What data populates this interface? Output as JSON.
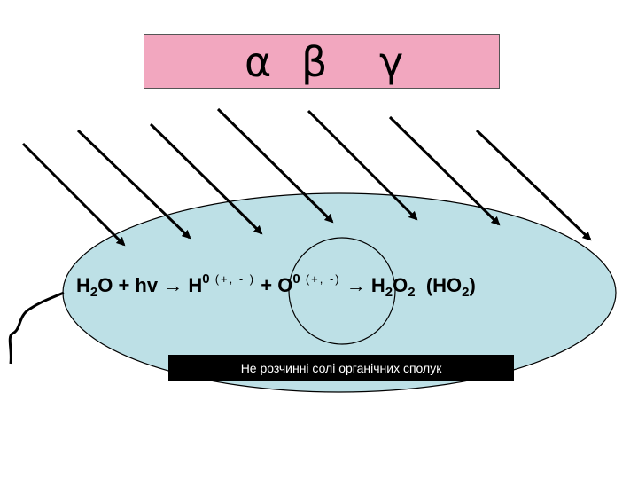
{
  "radiation": {
    "alpha": "α",
    "beta": "β",
    "gamma": "γ"
  },
  "equation": {
    "water": "H",
    "water_sub": "2",
    "water_o": "O + hv →",
    "hydrogen": "H",
    "hydrogen_sup": "0",
    "hydrogen_charge": "(+, - )",
    "plus": "+",
    "oxygen": "O",
    "oxygen_sup": "0",
    "oxygen_charge": "(+, -)",
    "arrow": "→",
    "peroxide_h": "H",
    "peroxide_h_sub": "2",
    "peroxide_o": "O",
    "peroxide_o_sub": "2",
    "radical_open": "(HO",
    "radical_sub": "2",
    "radical_close": ")"
  },
  "salt_label": "Не розчинні солі органічних сполук",
  "colors": {
    "box_fill": "#f2a7bf",
    "cell_fill": "#bde0e6",
    "line": "#000000"
  }
}
